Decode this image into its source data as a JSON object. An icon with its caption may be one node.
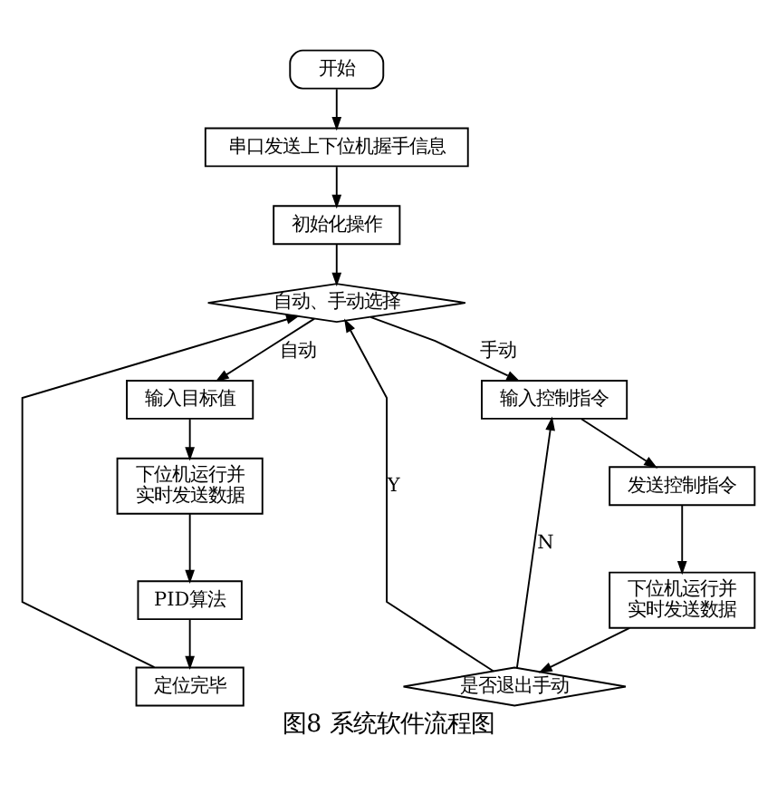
{
  "diagram": {
    "caption": "图8 系统软件流程图",
    "nodes": [
      {
        "text": [
          "开始"
        ]
      },
      {
        "text": [
          "串口发送上下位机握手信息"
        ]
      },
      {
        "text": [
          "初始化操作"
        ]
      },
      {
        "text": [
          "自动、手动选择"
        ]
      },
      {
        "text": [
          "输入目标值"
        ]
      },
      {
        "text": [
          "下位机运行并实时发送数据"
        ]
      },
      {
        "text": [
          "PID算法"
        ]
      },
      {
        "text": [
          "定位完毕"
        ]
      },
      {
        "text": [
          "输入控制指令"
        ]
      },
      {
        "text": [
          "发送控制指令"
        ]
      },
      {
        "text": [
          "下位机运行并实时发送数据"
        ]
      },
      {
        "text": [
          "是否退出手动"
        ]
      }
    ],
    "edges": [
      {
        "from": 0,
        "to": 1,
        "arrow": "to"
      },
      {
        "from": 1,
        "to": 2,
        "arrow": "to"
      },
      {
        "from": 2,
        "to": 3,
        "arrow": "to"
      },
      {
        "from": 3,
        "to": 4,
        "arrow": "to",
        "label": "自动"
      },
      {
        "from": 3,
        "to": 8,
        "arrow": "to",
        "label": "手动"
      },
      {
        "from": 4,
        "to": 5,
        "arrow": "to"
      },
      {
        "from": 5,
        "to": 6,
        "arrow": "to"
      },
      {
        "from": 6,
        "to": 7,
        "arrow": "to"
      },
      {
        "from": 7,
        "to": 3,
        "arrow": "to"
      },
      {
        "from": 8,
        "to": 9,
        "arrow": "to"
      },
      {
        "from": 9,
        "to": 10,
        "arrow": "to"
      },
      {
        "from": 10,
        "to": 11,
        "arrow": "to"
      },
      {
        "from": 11,
        "to": 8,
        "arrow": "to",
        "label": "N"
      },
      {
        "from": 11,
        "to": 3,
        "arrow": "to",
        "label": "Y"
      }
    ]
  }
}
